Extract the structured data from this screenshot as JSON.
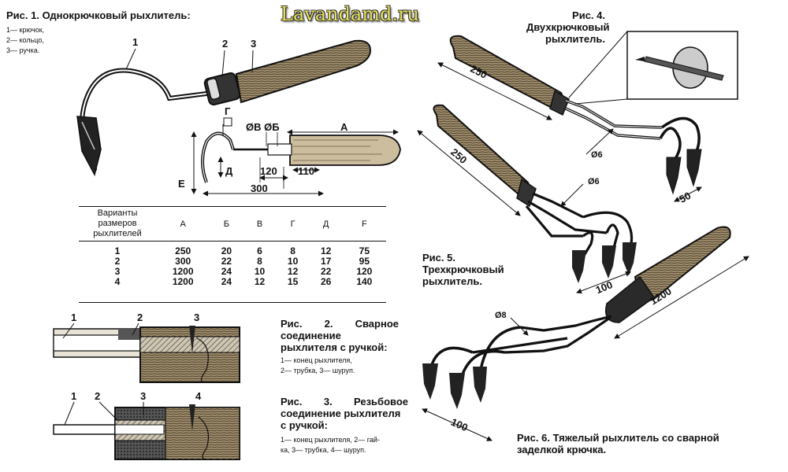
{
  "watermark": "Lavandamd.ru",
  "fig1": {
    "caption": "Рис. 1. Однокрючковый рыхлитель:",
    "legend": [
      "1— крючок,",
      "2— кольцо,",
      "3— ручка."
    ],
    "callouts": [
      "1",
      "2",
      "3"
    ],
    "dims": {
      "G": "Г",
      "VB": "ØВ ØБ",
      "A": "А",
      "E": "Е",
      "D": "Д",
      "d120": "120",
      "d110": "110",
      "d300": "300"
    }
  },
  "table": {
    "header": [
      "Варианты размеров рыхлителей",
      "А",
      "Б",
      "В",
      "Г",
      "Д",
      "F"
    ],
    "rows": [
      [
        "1",
        "250",
        "20",
        "6",
        "8",
        "12",
        "75"
      ],
      [
        "2",
        "300",
        "22",
        "8",
        "10",
        "17",
        "95"
      ],
      [
        "3",
        "1200",
        "24",
        "10",
        "12",
        "22",
        "120"
      ],
      [
        "4",
        "1200",
        "24",
        "12",
        "15",
        "26",
        "140"
      ]
    ]
  },
  "fig2": {
    "caption": [
      "Рис. 2. Сварное",
      "соединение",
      "рыхлителя с ручкой:"
    ],
    "legend": [
      "1— конец рыхлителя,",
      "2— трубка, 3— шуруп."
    ],
    "callouts": [
      "1",
      "2",
      "3"
    ]
  },
  "fig3": {
    "caption": [
      "Рис. 3. Резьбовое",
      "соединение рыхлителя",
      "с ручкой:"
    ],
    "legend": [
      "1— конец рыхлителя, 2— гай-",
      "ка, 3— трубка, 4— шуруп."
    ],
    "callouts": [
      "1",
      "2",
      "3",
      "4"
    ]
  },
  "fig4": {
    "caption": [
      "Рис. 4.",
      "Двухкрючковый",
      "рыхлитель."
    ],
    "dims": [
      "250",
      "Ø6",
      "50"
    ]
  },
  "fig5": {
    "caption": [
      "Рис. 5.",
      "Трехкрючковый",
      "рыхлитель."
    ],
    "dims": [
      "250",
      "Ø6",
      "100"
    ]
  },
  "fig6": {
    "caption": [
      "Рис. 6. Тяжелый рыхлитель со сварной",
      "заделкой крючка."
    ],
    "dims": [
      "Ø8",
      "1200",
      "100"
    ]
  },
  "colors": {
    "watermark": "#e8e25a",
    "ink": "#111111",
    "wood": "#9a8a6a"
  }
}
